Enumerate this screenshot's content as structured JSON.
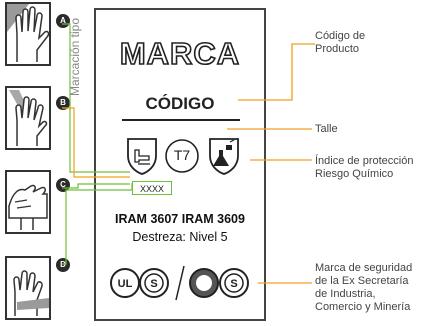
{
  "side_caption": "Marcación tipo",
  "label": {
    "brand": "MARCA",
    "code": "CÓDIGO",
    "size": "T7",
    "lot": "XXXX",
    "standards": "IRAM 3607  IRAM 3609",
    "dexterity": "Destreza: Nivel 5"
  },
  "steps": [
    "A",
    "B",
    "C",
    "D"
  ],
  "callouts": {
    "product_code": [
      "Código de",
      "Producto"
    ],
    "size": [
      "Talle"
    ],
    "protection": [
      "Índice de protección",
      "Riesgo Químico"
    ],
    "safety_mark": [
      "Marca de seguridad",
      "de la Ex Secretaría",
      "de Industria,",
      "Comercio y Minería"
    ]
  },
  "colors": {
    "accent_orange": "#f0a020",
    "accent_green": "#6fbf3a"
  }
}
